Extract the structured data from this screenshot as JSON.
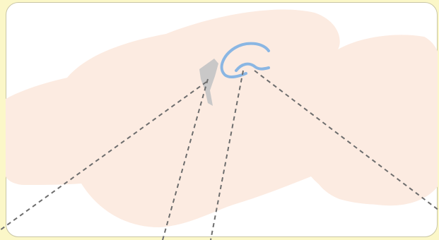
{
  "figure": {
    "colors": {
      "background": "#fbf7c8",
      "panel": "#ffffff",
      "brain_silhouette": "#fcebe1",
      "highlight_gray": "#c9c8c8",
      "structure_blue": "#8ab6e3",
      "leader_line": "#6d6d6d"
    },
    "regions": [
      {
        "id": "brain-silhouette",
        "kind": "sagittal brain outline"
      },
      {
        "id": "gray-region",
        "kind": "highlighted structure"
      },
      {
        "id": "blue-arc",
        "kind": "highlighted structure"
      },
      {
        "id": "blue-wave",
        "kind": "highlighted structure"
      }
    ],
    "leader_lines": 4
  }
}
